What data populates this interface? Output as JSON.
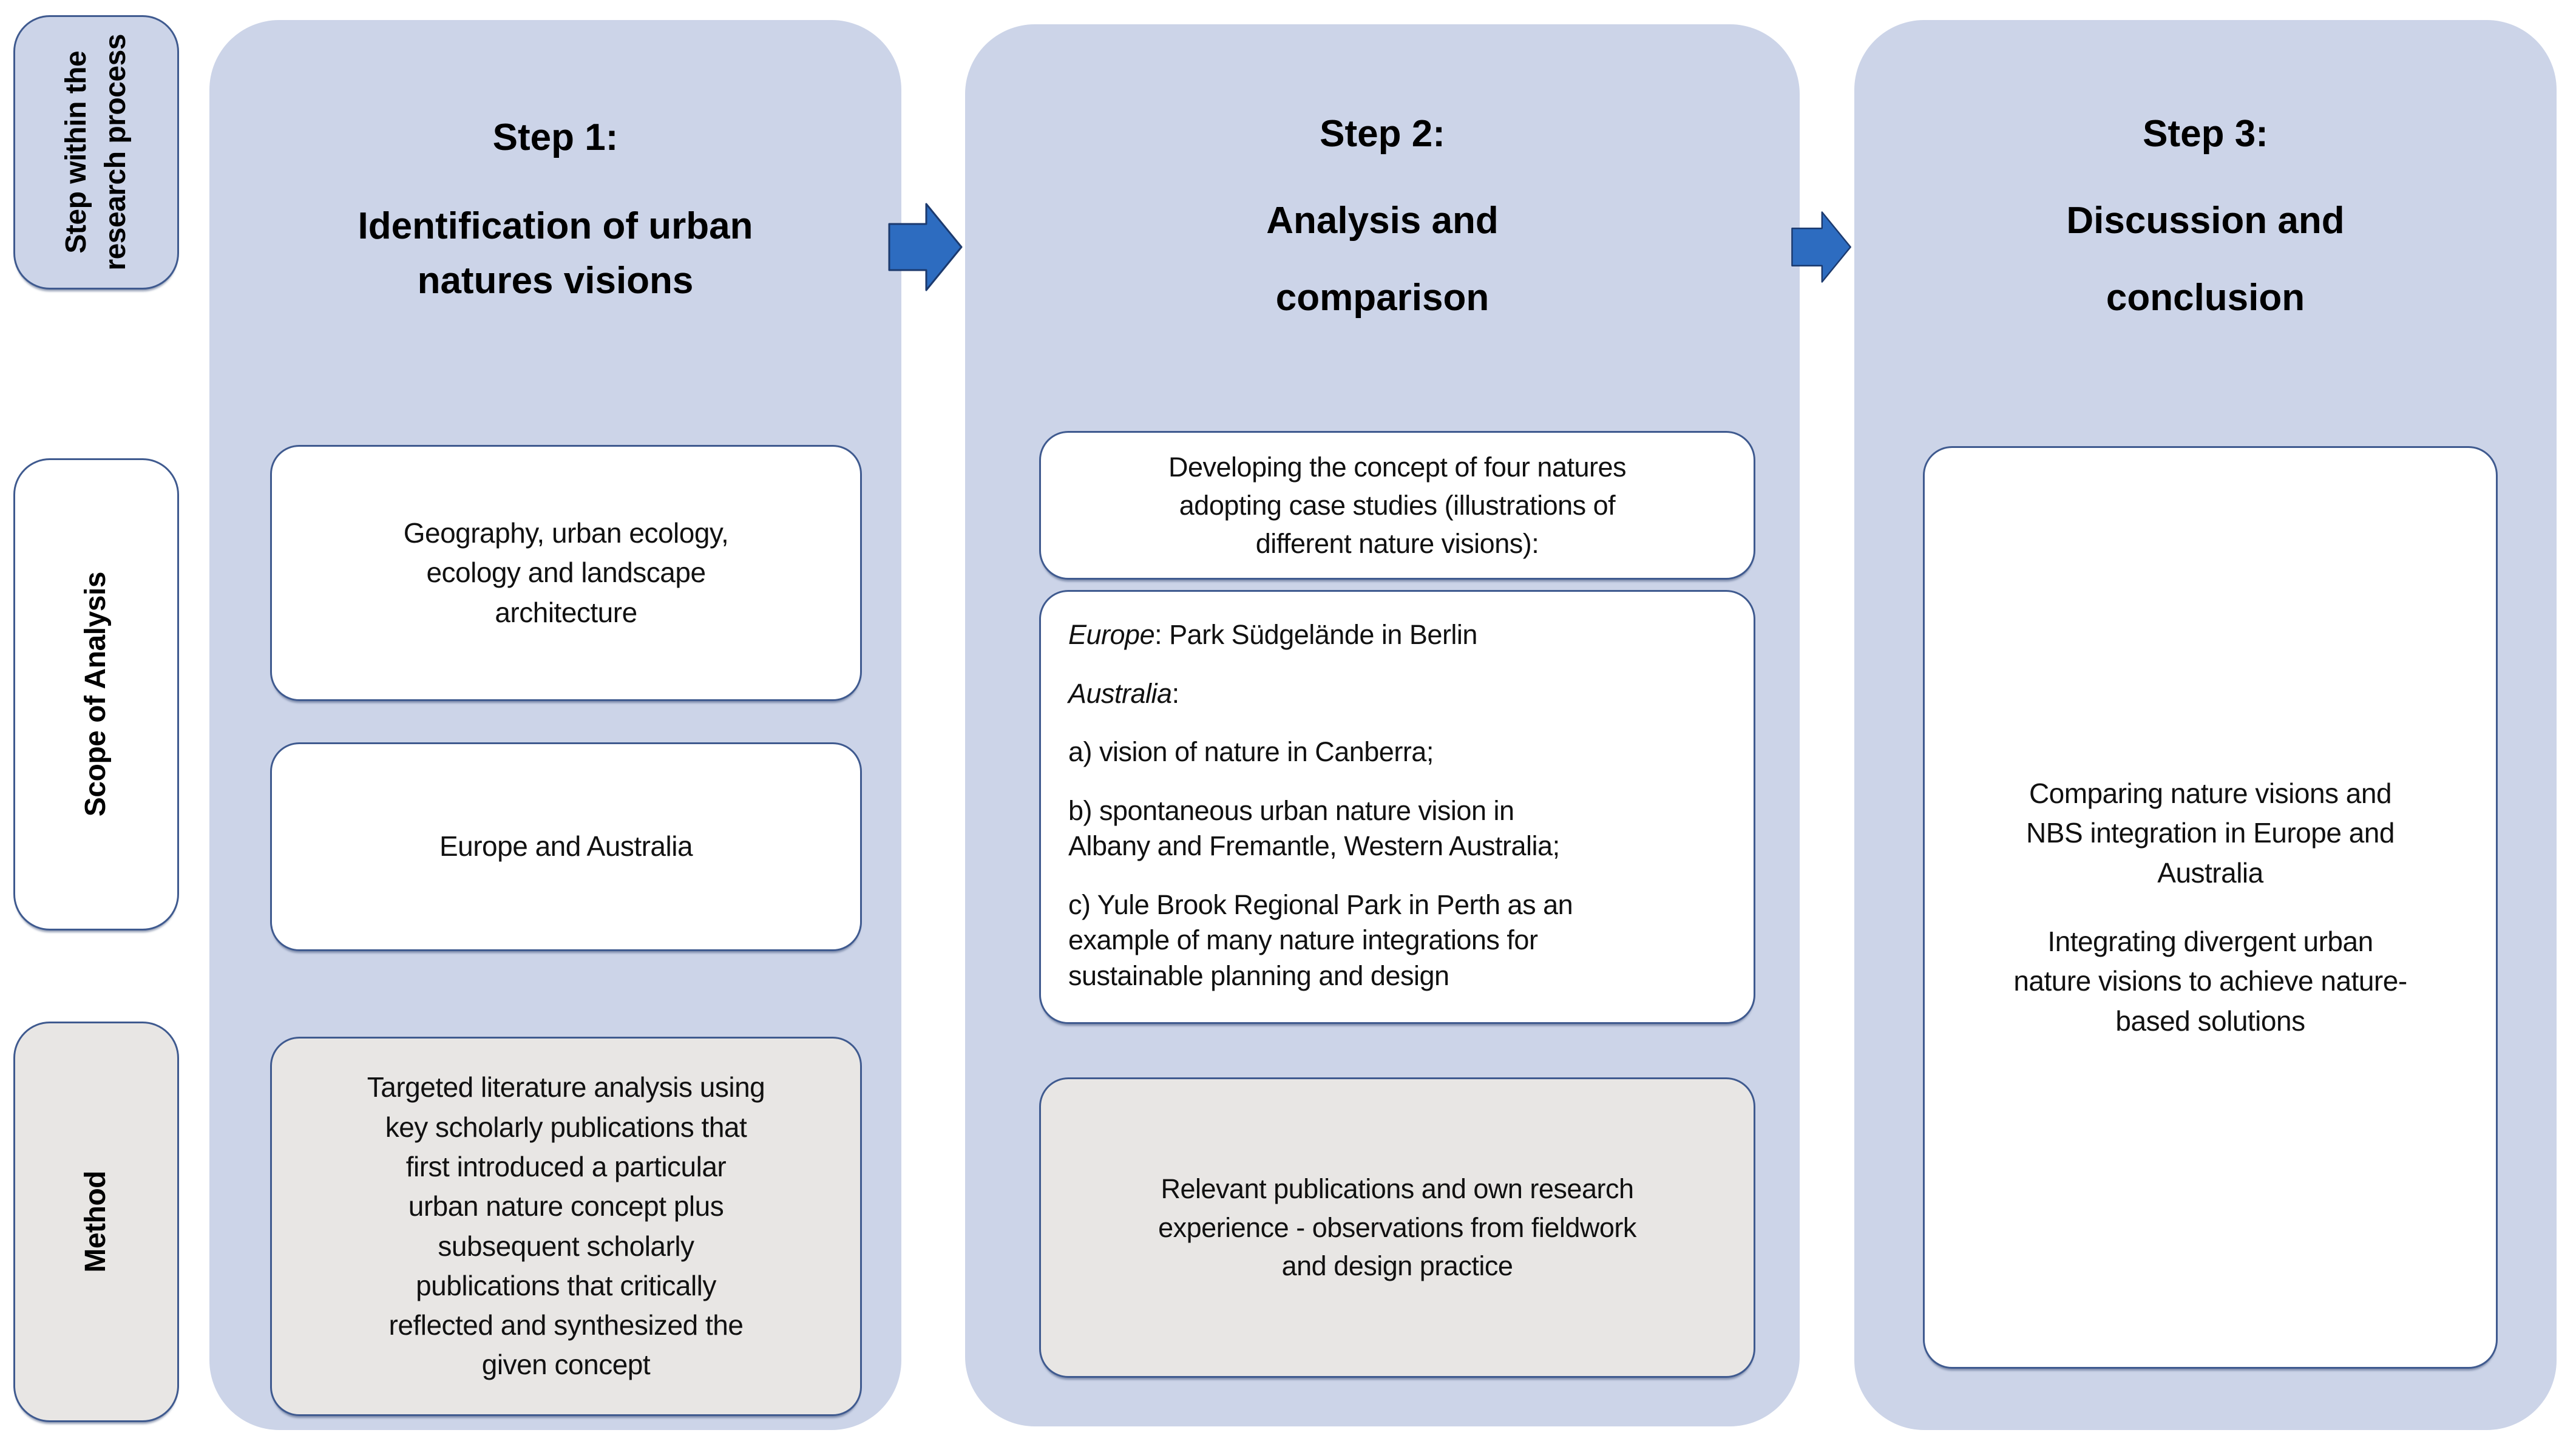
{
  "palette": {
    "column_bg": "#ccd4e8",
    "white_box_bg": "#ffffff",
    "gray_box_bg": "#e8e6e4",
    "box_border": "#3f5a8f",
    "arrow_fill": "#2d6cc0",
    "arrow_outline": "#1c3a6e",
    "text_color": "#111111"
  },
  "sidebar": {
    "rows": [
      {
        "label": "Step within the\nresearch process"
      },
      {
        "label": "Scope of Analysis"
      },
      {
        "label": "Method"
      }
    ]
  },
  "columns": [
    {
      "step_label": "Step 1:",
      "title": "Identification of urban\nnatures visions",
      "scope_box_1": "Geography, urban ecology,\necology and landscape\narchitecture",
      "scope_box_2": "Europe and Australia",
      "method_box": "Targeted literature analysis using\nkey scholarly publications that\nfirst introduced a particular\nurban nature concept plus\nsubsequent scholarly\npublications that critically\nreflected and synthesized the\ngiven concept"
    },
    {
      "step_label": "Step 2:",
      "title": "Analysis and\ncomparison",
      "concept_box": "Developing the concept of four natures\nadopting case studies (illustrations of\ndifferent nature visions):",
      "case_box": {
        "lines": [
          {
            "em": "Europe",
            "text": ": Park Südgelände in Berlin"
          },
          {
            "em": "Australia",
            "text": ":"
          },
          {
            "em": "",
            "text": "a) vision of nature in Canberra;"
          },
          {
            "em": "",
            "text": "b) spontaneous urban nature vision in\nAlbany and Fremantle, Western Australia;"
          },
          {
            "em": "",
            "text": "c) Yule Brook Regional Park in Perth as an\nexample of many nature integrations for\nsustainable planning and design"
          }
        ]
      },
      "method_box": "Relevant publications and own research\nexperience - observations from fieldwork\nand design practice"
    },
    {
      "step_label": "Step 3:",
      "title": "Discussion and\nconclusion",
      "discussion_box": {
        "p1": "Comparing nature visions and\nNBS integration in Europe and\nAustralia",
        "p2": "Integrating divergent urban\nnature visions to achieve nature-\nbased solutions"
      }
    }
  ]
}
